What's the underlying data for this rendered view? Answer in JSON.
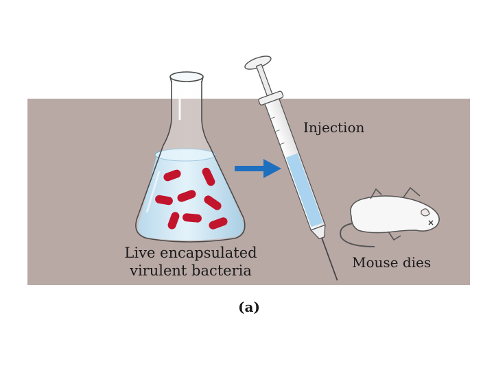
{
  "colors": {
    "panel": "#b9a9a5",
    "liquid": "#b8dcf0",
    "bacteria": "#c2142c",
    "arrow": "#1f6fbf",
    "mouse": "#f7f7f7",
    "syringe_fluid": "#a9d3ee"
  },
  "labels": {
    "flask": [
      "Live encapsulated",
      "virulent bacteria"
    ],
    "injection": "Injection",
    "outcome": "Mouse dies",
    "panel_id": "(a)"
  },
  "icons": {
    "flask": "erlenmeyer-flask-icon",
    "arrow": "right-arrow-icon",
    "syringe": "syringe-icon",
    "mouse": "dead-mouse-icon"
  }
}
